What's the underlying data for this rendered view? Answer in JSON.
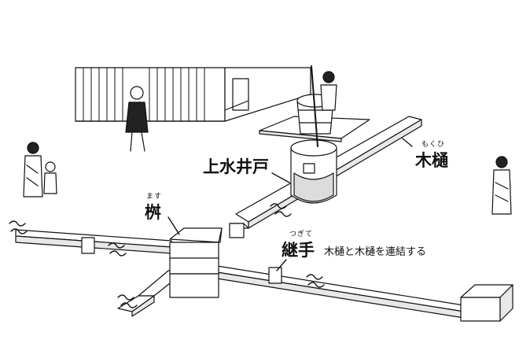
{
  "labels": {
    "well": {
      "text": "上水井戸"
    },
    "pipe": {
      "text": "木樋",
      "ruby": "もくひ"
    },
    "basin": {
      "text": "桝",
      "ruby": "ます"
    },
    "joint": {
      "text": "継手",
      "ruby": "つぎて",
      "note": "木樋と木樋を連結する"
    }
  },
  "colors": {
    "ink": "#111111",
    "paper": "#ffffff",
    "pipe_shade": "#e8e8e8",
    "water": "#dcdcdc"
  }
}
